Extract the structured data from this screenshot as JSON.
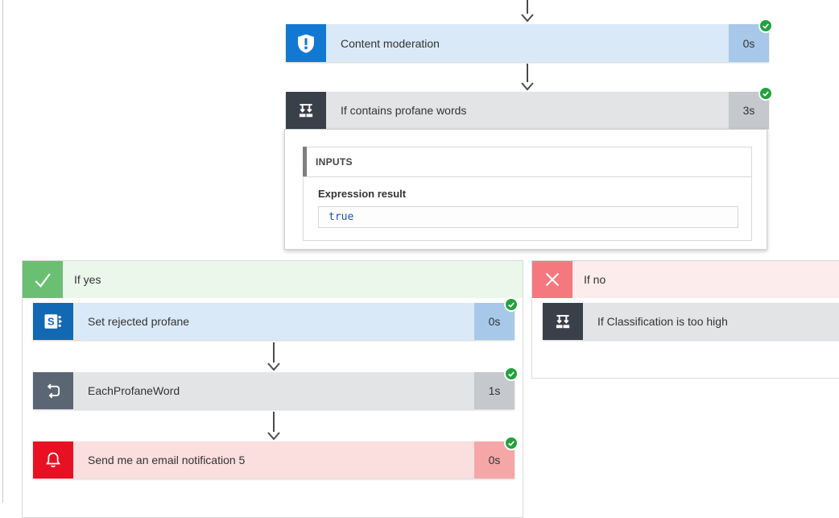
{
  "nodes": {
    "content_moderation": {
      "label": "Content moderation",
      "duration": "0s",
      "status": "succeeded",
      "icon": "shield-exclamation-icon",
      "icon_color": "#1279d2",
      "body_color": "#dae9f7",
      "duration_color": "#a7c8e9"
    },
    "if_contains_profane_words": {
      "label": "If contains profane words",
      "duration": "3s",
      "status": "succeeded",
      "icon": "condition-icon",
      "icon_color": "#3a4049",
      "body_color": "#e3e4e6",
      "duration_color": "#c5c8cc"
    }
  },
  "details_panel": {
    "section_header": "INPUTS",
    "field_label": "Expression result",
    "field_value": "true",
    "value_color": "#1b50b8"
  },
  "branches": {
    "if_yes": {
      "label": "If yes",
      "icon": "check-icon",
      "icon_color": "#6bbf73",
      "header_color": "#ecf7ec",
      "actions": [
        {
          "label": "Set rejected profane",
          "duration": "0s",
          "status": "succeeded",
          "icon": "sharepoint-icon",
          "icon_color": "#1268b3",
          "body_color": "#dae9f7",
          "duration_color": "#a7c8e9"
        },
        {
          "label": "EachProfaneWord",
          "duration": "1s",
          "status": "succeeded",
          "icon": "foreach-loop-icon",
          "icon_color": "#5b6674",
          "body_color": "#e3e4e6",
          "duration_color": "#c5c8cc"
        },
        {
          "label": "Send me an email notification 5",
          "duration": "0s",
          "status": "succeeded",
          "icon": "bell-icon",
          "icon_color": "#e81123",
          "body_color": "#fbdede",
          "duration_color": "#f5a6a6"
        }
      ]
    },
    "if_no": {
      "label": "If no",
      "icon": "x-icon",
      "icon_color": "#f4797f",
      "header_color": "#fdecec",
      "actions": [
        {
          "label": "If Classification is too high",
          "icon": "condition-icon",
          "icon_color": "#3a4049",
          "body_color": "#e3e4e6"
        }
      ]
    }
  },
  "status_badge": {
    "color": "#23a13f",
    "meaning": "succeeded"
  }
}
